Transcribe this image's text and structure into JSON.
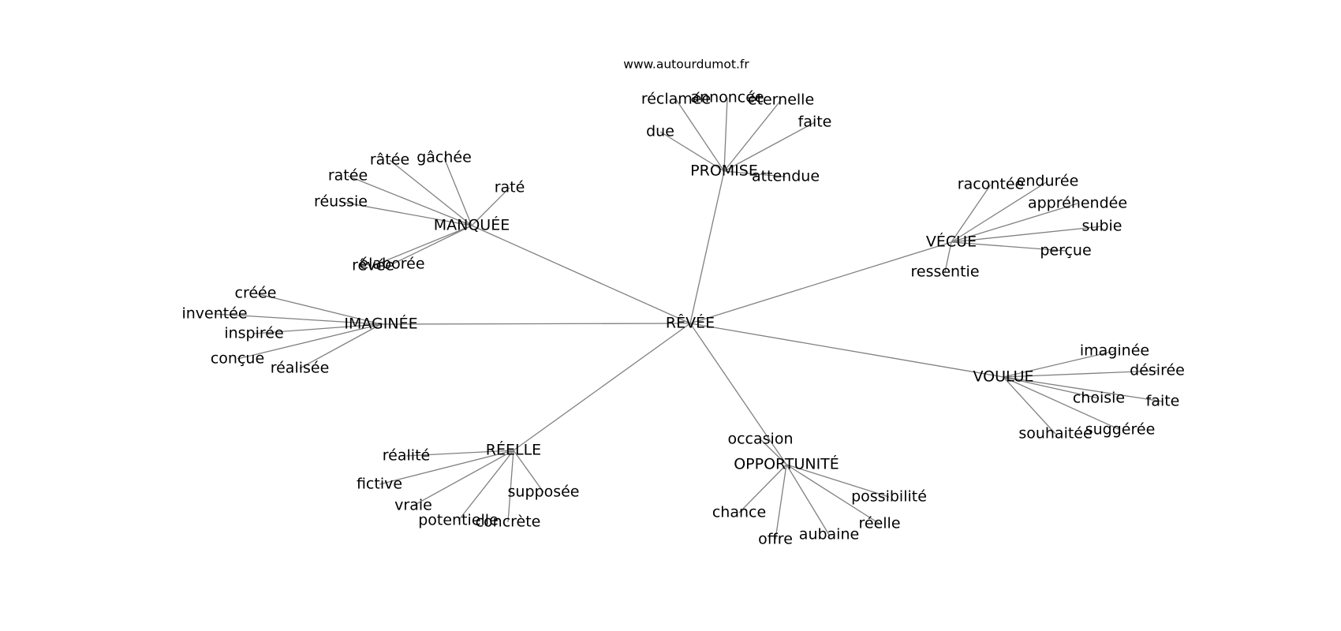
{
  "watermark": "www.autourdumot.fr",
  "root": "RÊVÉE",
  "clusters": [
    {
      "id": "promise",
      "label": "PROMISE",
      "leaves": [
        "réclamée",
        "annoncée",
        "éternelle",
        "faite",
        "due",
        "attendue"
      ]
    },
    {
      "id": "manquee",
      "label": "MANQUÉE",
      "leaves": [
        "gâchée",
        "râtée",
        "ratée",
        "raté",
        "réussie",
        "élaborée",
        "rêvée"
      ]
    },
    {
      "id": "vecue",
      "label": "VÉCUE",
      "leaves": [
        "racontée",
        "endurée",
        "appréhendée",
        "subie",
        "perçue",
        "ressentie"
      ]
    },
    {
      "id": "imaginee",
      "label": "IMAGINÉE",
      "leaves": [
        "créée",
        "inventée",
        "inspirée",
        "conçue",
        "réalisée"
      ]
    },
    {
      "id": "voulue",
      "label": "VOULUE",
      "leaves": [
        "imaginée",
        "désirée",
        "choisie",
        "faite",
        "suggérée",
        "souhaitée"
      ]
    },
    {
      "id": "reelle",
      "label": "RÉELLE",
      "leaves": [
        "réalité",
        "fictive",
        "vraie",
        "potentielle",
        "concrète",
        "supposée"
      ]
    },
    {
      "id": "opportunite",
      "label": "OPPORTUNITÉ",
      "leaves": [
        "occasion",
        "possibilité",
        "chance",
        "offre",
        "aubaine",
        "réelle"
      ]
    }
  ]
}
